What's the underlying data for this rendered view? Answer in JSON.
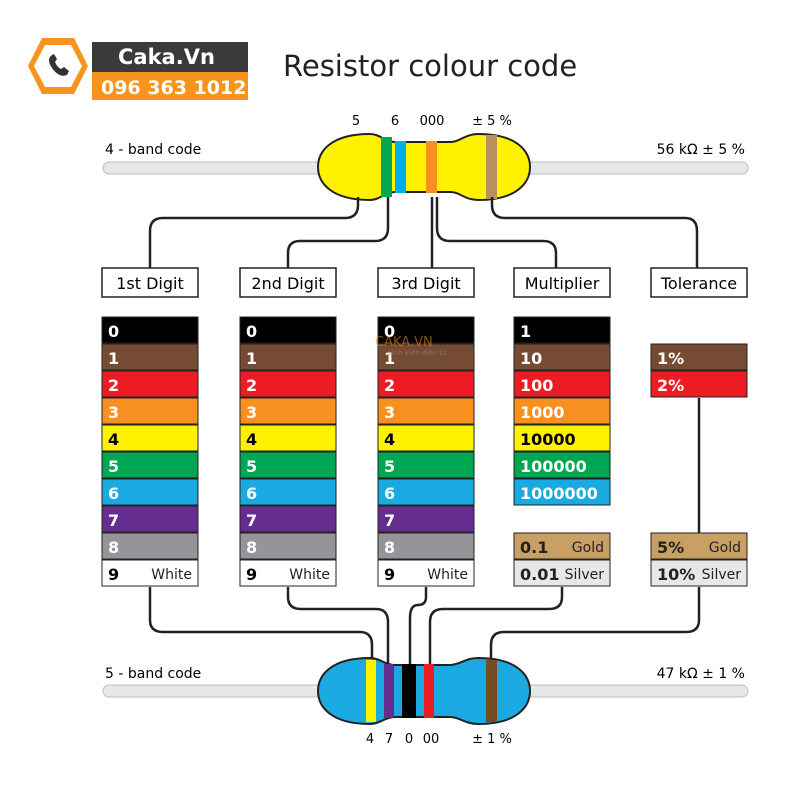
{
  "logo": {
    "brand": "Caka.Vn",
    "phone": "096 363 1012",
    "watermark_brand": "CAKA.VN",
    "watermark_sub": "Linh kiện điện tử"
  },
  "title": "Resistor colour code",
  "resistor4": {
    "label": "4 - band code",
    "value": "56 kΩ ± 5 %",
    "band_labels": [
      "5",
      "6",
      "000",
      "± 5 %"
    ],
    "body_color": "#fff200",
    "bands": [
      "#00a651",
      "#00aeef",
      "#f7901e",
      "#b8925a"
    ]
  },
  "resistor5": {
    "label": "5 - band code",
    "value": "47 kΩ ± 1 %",
    "band_labels": [
      "4",
      "7",
      "0",
      "00",
      "± 1 %"
    ],
    "body_color": "#1ba9e1",
    "bands": [
      "#fff200",
      "#662d91",
      "#000000",
      "#ed1c24",
      "#754c24"
    ]
  },
  "headers": [
    "1st Digit",
    "2nd Digit",
    "3rd Digit",
    "Multiplier",
    "Tolerance"
  ],
  "colors": [
    {
      "name": "black",
      "hex": "#000000",
      "text": "#ffffff"
    },
    {
      "name": "brown",
      "hex": "#754c33",
      "text": "#ffffff"
    },
    {
      "name": "red",
      "hex": "#ed1c24",
      "text": "#ffffff"
    },
    {
      "name": "orange",
      "hex": "#f7901e",
      "text": "#ffffff"
    },
    {
      "name": "yellow",
      "hex": "#fff200",
      "text": "#000000"
    },
    {
      "name": "green",
      "hex": "#00a651",
      "text": "#ffffff"
    },
    {
      "name": "blue",
      "hex": "#1ba9e1",
      "text": "#ffffff"
    },
    {
      "name": "violet",
      "hex": "#662d91",
      "text": "#ffffff"
    },
    {
      "name": "gray",
      "hex": "#939598",
      "text": "#ffffff"
    },
    {
      "name": "white",
      "hex": "#ffffff",
      "text": "#000000"
    }
  ],
  "digits": [
    "0",
    "1",
    "2",
    "3",
    "4",
    "5",
    "6",
    "7",
    "8",
    "9"
  ],
  "white_label": "White",
  "multiplier_values": [
    "1",
    "10",
    "100",
    "1000",
    "10000",
    "100000",
    "1000000"
  ],
  "multiplier_special": [
    {
      "value": "0.1",
      "label": "Gold",
      "color": "#c9a063"
    },
    {
      "value": "0.01",
      "label": "Silver",
      "color": "#e6e7e8"
    }
  ],
  "tolerance_values": [
    {
      "value": "1%",
      "color": "#754c33"
    },
    {
      "value": "2%",
      "color": "#ed1c24"
    }
  ],
  "tolerance_special": [
    {
      "value": "5%",
      "label": "Gold",
      "color": "#c9a063"
    },
    {
      "value": "10%",
      "label": "Silver",
      "color": "#e6e7e8"
    }
  ]
}
